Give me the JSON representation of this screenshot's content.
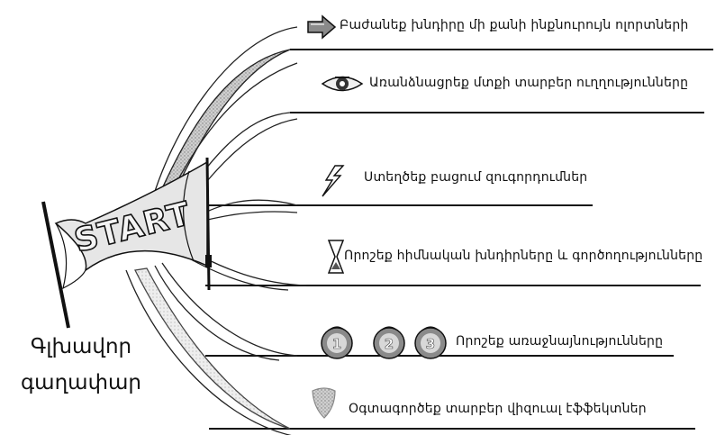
{
  "central": {
    "start_text": "START",
    "main_idea_line1": "Գլխավոր",
    "main_idea_line2": "գաղափար"
  },
  "branches": [
    {
      "label": "Բաժանեք խնդիրը մի քանի ինքնուրույն ոլորտների",
      "icon": "arrow-icon"
    },
    {
      "label": "Առանձնացրեք մտքի տարբեր ուղղությունները",
      "icon": "eye-icon"
    },
    {
      "label": "Ստեղծեք բացում զուգորդումներ",
      "icon": "lightning-icon"
    },
    {
      "label": "Որոշեք հիմնական խնդիրները և գործողությունները",
      "icon": "hourglass-icon"
    },
    {
      "label": "Որոշեք առաջնայնությունները",
      "icon": "numbered-circles-icon"
    },
    {
      "label": "Օգտագործեք տարբեր վիզուալ էֆֆեկտներ",
      "icon": "shield-icon"
    }
  ],
  "priority_numbers": [
    "1",
    "2",
    "3"
  ],
  "colors": {
    "line": "#111111",
    "banner": "#e6e6e6",
    "shade": "#8a8a8a",
    "light_shade": "#cfcfcf"
  }
}
